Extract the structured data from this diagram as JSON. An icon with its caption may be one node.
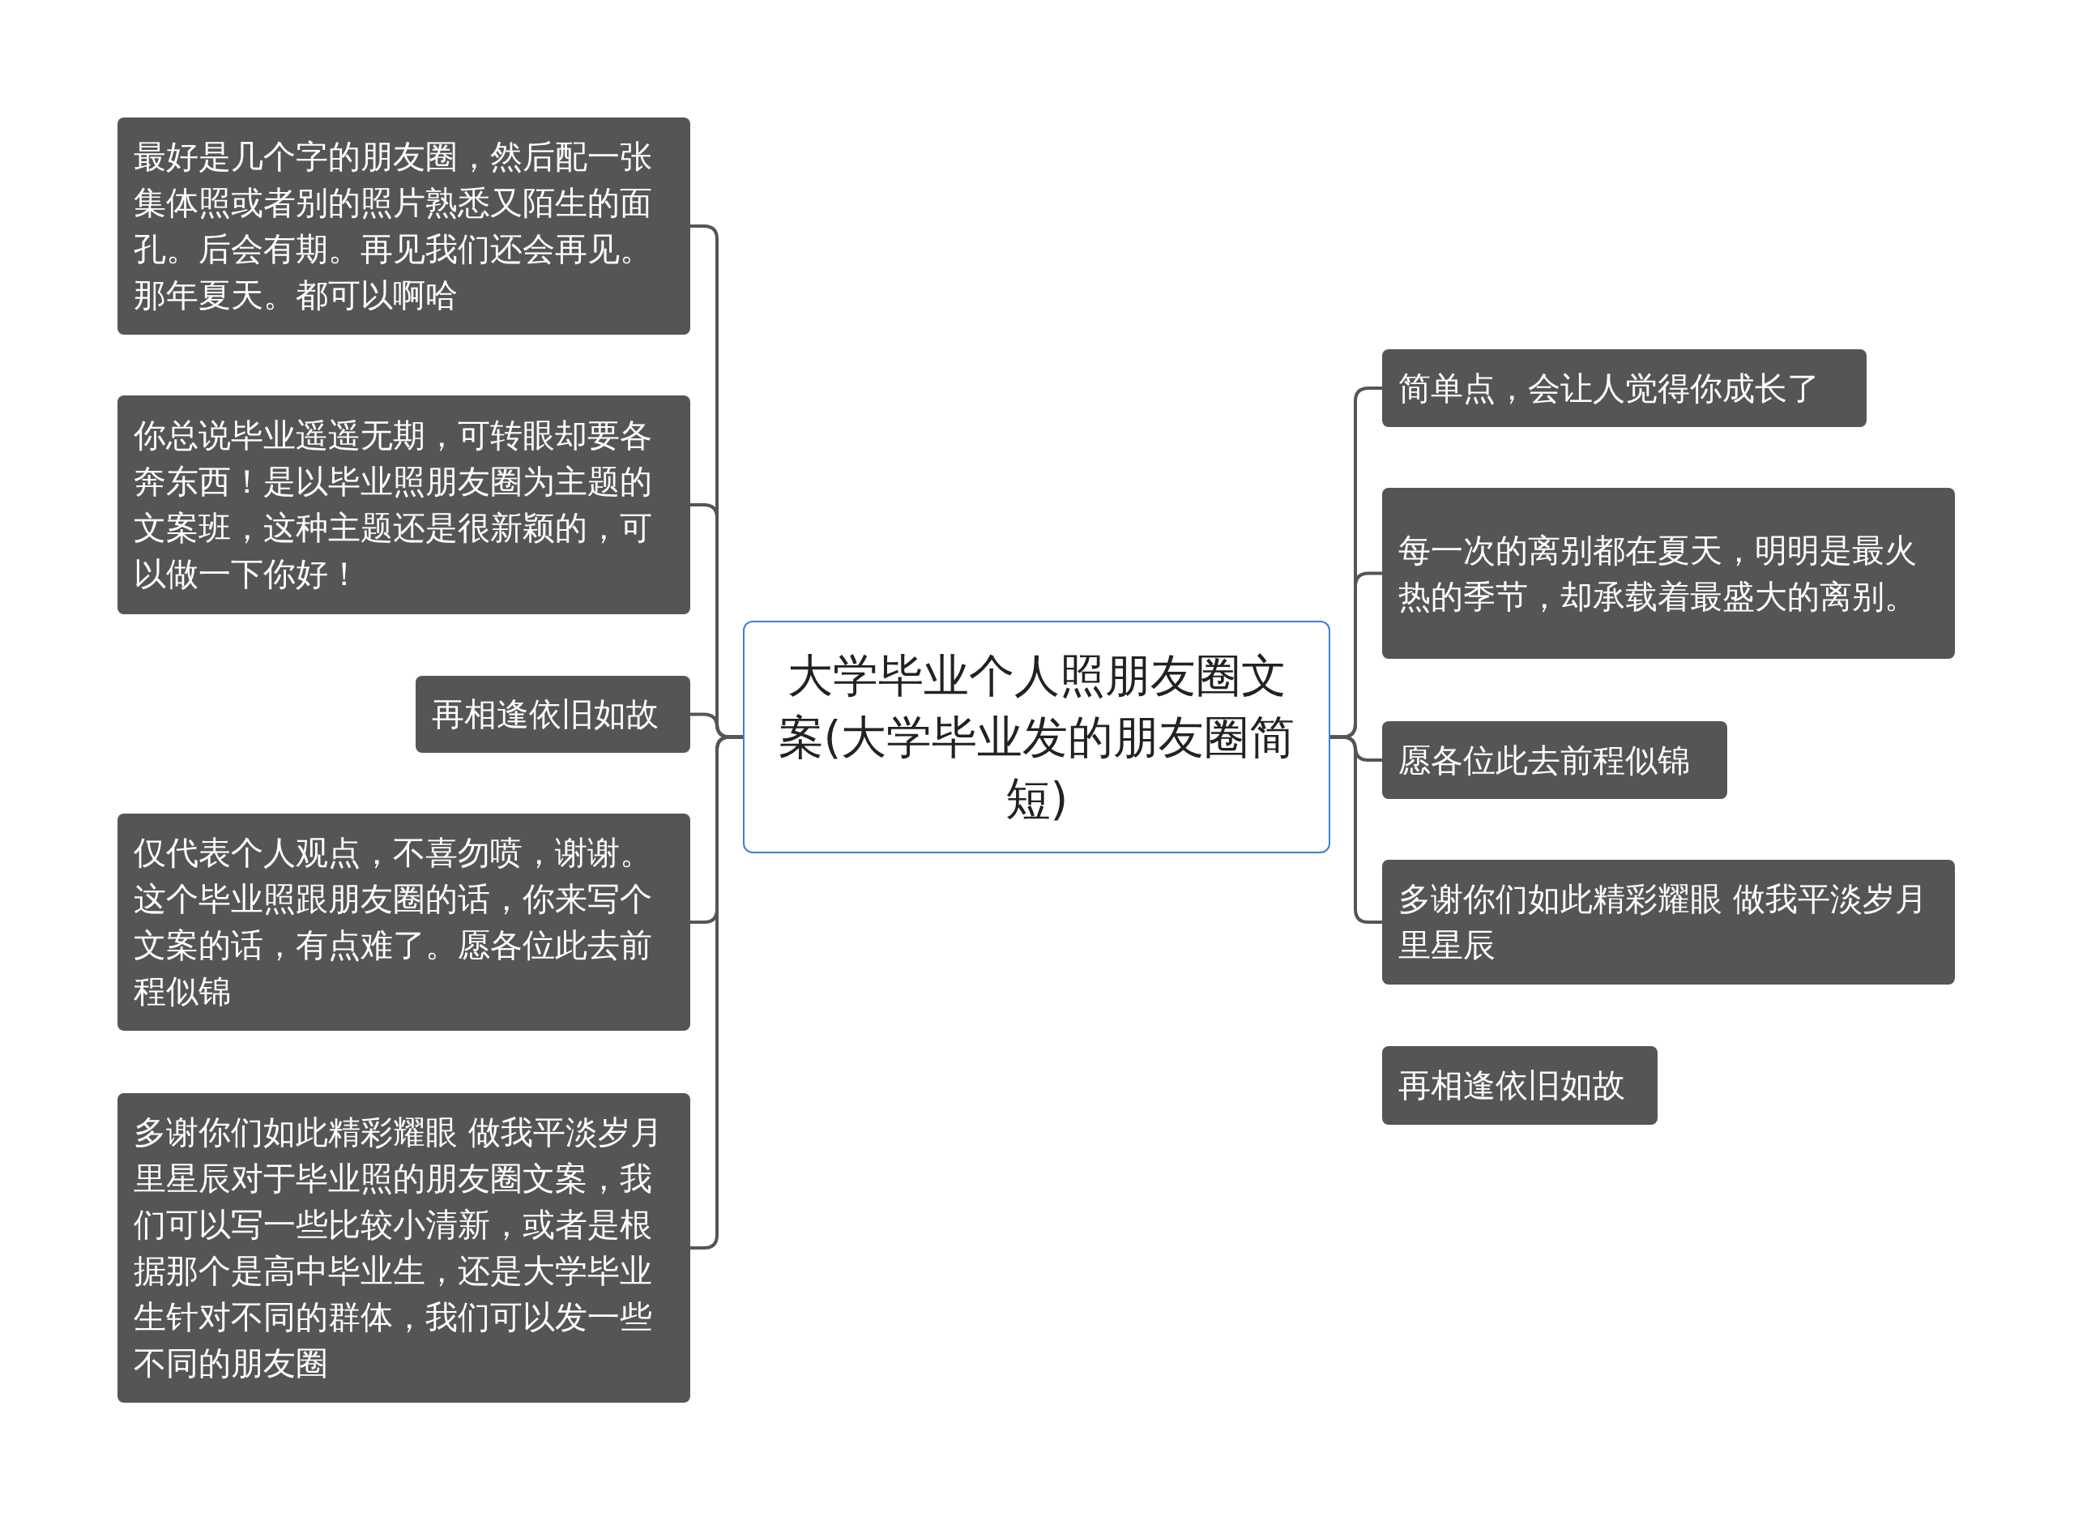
{
  "diagram": {
    "nodes": [
      {
        "text": [
          "大学毕业个人照朋友圈文案(大学毕业发的朋友圈简短)"
        ]
      },
      {
        "text": [
          "最好是几个字的朋友圈，然后配一张集体照或者别的照片熟悉又陌生的面孔。后会有期。再见我们还会再见。那年夏天。都可以啊哈"
        ]
      },
      {
        "text": [
          "你总说毕业遥遥无期，可转眼却要各奔东西！是以毕业照朋友圈为主题的文案班，这种主题还是很新颖的，可以做一下你好！"
        ]
      },
      {
        "text": [
          "再相逢依旧如故"
        ]
      },
      {
        "text": [
          "仅代表个人观点，不喜勿喷，谢谢。这个毕业照跟朋友圈的话，你来写个文案的话，有点难了。愿各位此去前程似锦"
        ]
      },
      {
        "text": [
          "多谢你们如此精彩耀眼 做我平淡岁月里星辰对于毕业照的朋友圈文案，我们可以写一些比较小清新，或者是根据那个是高中毕业生，还是大学毕业生针对不同的群体，我们可以发一些不同的朋友圈"
        ]
      },
      {
        "text": [
          "简单点，会让人觉得你成长了"
        ]
      },
      {
        "text": [
          "每一次的离别都在夏天，明明是最火热的季节，却承载着最盛大的离别。"
        ]
      },
      {
        "text": [
          "愿各位此去前程似锦"
        ]
      },
      {
        "text": [
          "多谢你们如此精彩耀眼 做我平淡岁月里星辰"
        ]
      },
      {
        "text": [
          "再相逢依旧如故"
        ]
      }
    ],
    "edges": [
      {
        "from": 0,
        "to": 1,
        "arrow": "none"
      },
      {
        "from": 0,
        "to": 2,
        "arrow": "none"
      },
      {
        "from": 0,
        "to": 3,
        "arrow": "none"
      },
      {
        "from": 0,
        "to": 4,
        "arrow": "none"
      },
      {
        "from": 0,
        "to": 5,
        "arrow": "none"
      },
      {
        "from": 0,
        "to": 6,
        "arrow": "none"
      },
      {
        "from": 0,
        "to": 7,
        "arrow": "none"
      },
      {
        "from": 0,
        "to": 8,
        "arrow": "none"
      },
      {
        "from": 0,
        "to": 9,
        "arrow": "none"
      }
    ]
  }
}
